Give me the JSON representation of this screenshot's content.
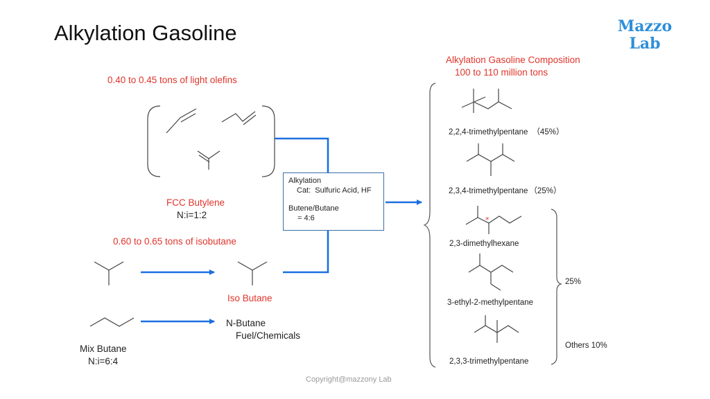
{
  "title": "Alkylation Gasoline",
  "logo": {
    "line1": "Mazzo",
    "line2": "Lab"
  },
  "olefins": {
    "amount": "0.40 to 0.45 tons of light olefins",
    "name": "FCC Butylene",
    "ratio": "N:i=1:2"
  },
  "isobutane": {
    "amount": "0.60 to 0.65 tons of isobutane",
    "label": "Iso Butane"
  },
  "mix_butane": {
    "name": "Mix Butane",
    "ratio": "N:i=6:4"
  },
  "n_butane": {
    "name": "N-Butane",
    "use": "Fuel/Chemicals"
  },
  "reactor": {
    "line1": "Alkylation",
    "line2": "Cat:  Sulfuric Acid, HF",
    "line3": "Butene/Butane",
    "line4": "= 4:6"
  },
  "composition": {
    "title": "Alkylation Gasoline Composition",
    "amount": "100 to 110 million tons",
    "items": [
      {
        "name": "2,2,4-trimethylpentane",
        "share": "（45%）"
      },
      {
        "name": "2,3,4-trimethylpentane",
        "share": "（25%）"
      },
      {
        "name": "2,3-dimethylhexane"
      },
      {
        "name": "3-ethyl-2-methylpentane"
      },
      {
        "name": "2,3,3-trimethylpentane"
      }
    ],
    "group_share": "25%",
    "others": "Others 10%"
  },
  "copyright": "Copyright@mazzony Lab",
  "colors": {
    "arrow": "#1a6fe0",
    "accent": "#e0352b",
    "logo": "#2f8fd8"
  }
}
